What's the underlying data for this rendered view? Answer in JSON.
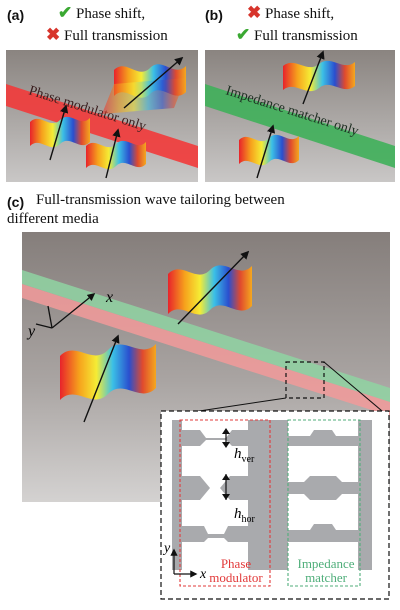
{
  "panel_a": {
    "label": "(a)",
    "item1": "Phase shift,",
    "item2": "Full transmission",
    "band_text": "Phase modulator only",
    "item1_status": "check-icon",
    "item2_status": "cross-icon"
  },
  "panel_b": {
    "label": "(b)",
    "item1": "Phase shift,",
    "item2": "Full transmission",
    "band_text": "Impedance matcher only",
    "item1_status": "cross-icon",
    "item2_status": "check-icon"
  },
  "panel_c": {
    "label": "(c)",
    "caption_line1": "Full-transmission wave tailoring between",
    "caption_line2": "different media",
    "axis_x": "x",
    "axis_y": "y"
  },
  "inset": {
    "h_ver": "h",
    "h_ver_sub": "ver",
    "h_hor": "h",
    "h_hor_sub": "hor",
    "axis_x": "x",
    "axis_y": "y",
    "phase_label_1": "Phase",
    "phase_label_2": "modulator",
    "impedance_label_1": "Impedance",
    "impedance_label_2": "matcher"
  },
  "colors": {
    "red_band": "#f23a3a",
    "green_band": "#3fb05a",
    "check": "#3aa832",
    "cross": "#d7342b",
    "phase_label": "#e23a3a",
    "impedance_label": "#4fae7a"
  }
}
